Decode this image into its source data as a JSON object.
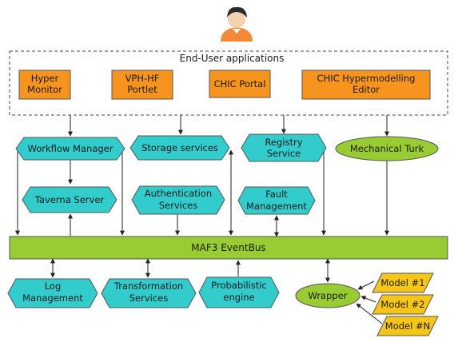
{
  "colors": {
    "app_box": "#f7941d",
    "service": "#33cccc",
    "bus": "#99cc33",
    "external": "#99cc33",
    "model": "#f5c518",
    "stroke": "#333333"
  },
  "icons": {
    "user": "user-avatar-icon"
  },
  "end_user": {
    "title": "End-User applications",
    "apps": [
      {
        "lines": [
          "Hyper",
          "Monitor"
        ]
      },
      {
        "lines": [
          "VPH-HF",
          "Portlet"
        ]
      },
      {
        "lines": [
          "CHIC Portal"
        ]
      },
      {
        "lines": [
          "CHIC Hypermodelling",
          "Editor"
        ]
      }
    ]
  },
  "services_top": [
    {
      "lines": [
        "Workflow Manager"
      ]
    },
    {
      "lines": [
        "Storage services"
      ]
    },
    {
      "lines": [
        "Registry",
        "Service"
      ]
    }
  ],
  "mechanical_turk": {
    "label": "Mechanical Turk"
  },
  "services_mid": [
    {
      "lines": [
        "Taverna Server"
      ]
    },
    {
      "lines": [
        "Authentication",
        "Services"
      ]
    },
    {
      "lines": [
        "Fault",
        "Management"
      ]
    }
  ],
  "bus": {
    "label": "MAF3 EventBus"
  },
  "services_bottom": [
    {
      "lines": [
        "Log",
        "Management"
      ]
    },
    {
      "lines": [
        "Transformation",
        "Services"
      ]
    },
    {
      "lines": [
        "Probabilistic",
        "engine"
      ]
    }
  ],
  "wrapper": {
    "label": "Wrapper"
  },
  "models": [
    "Model #1",
    "Model #2",
    "Model #N"
  ]
}
